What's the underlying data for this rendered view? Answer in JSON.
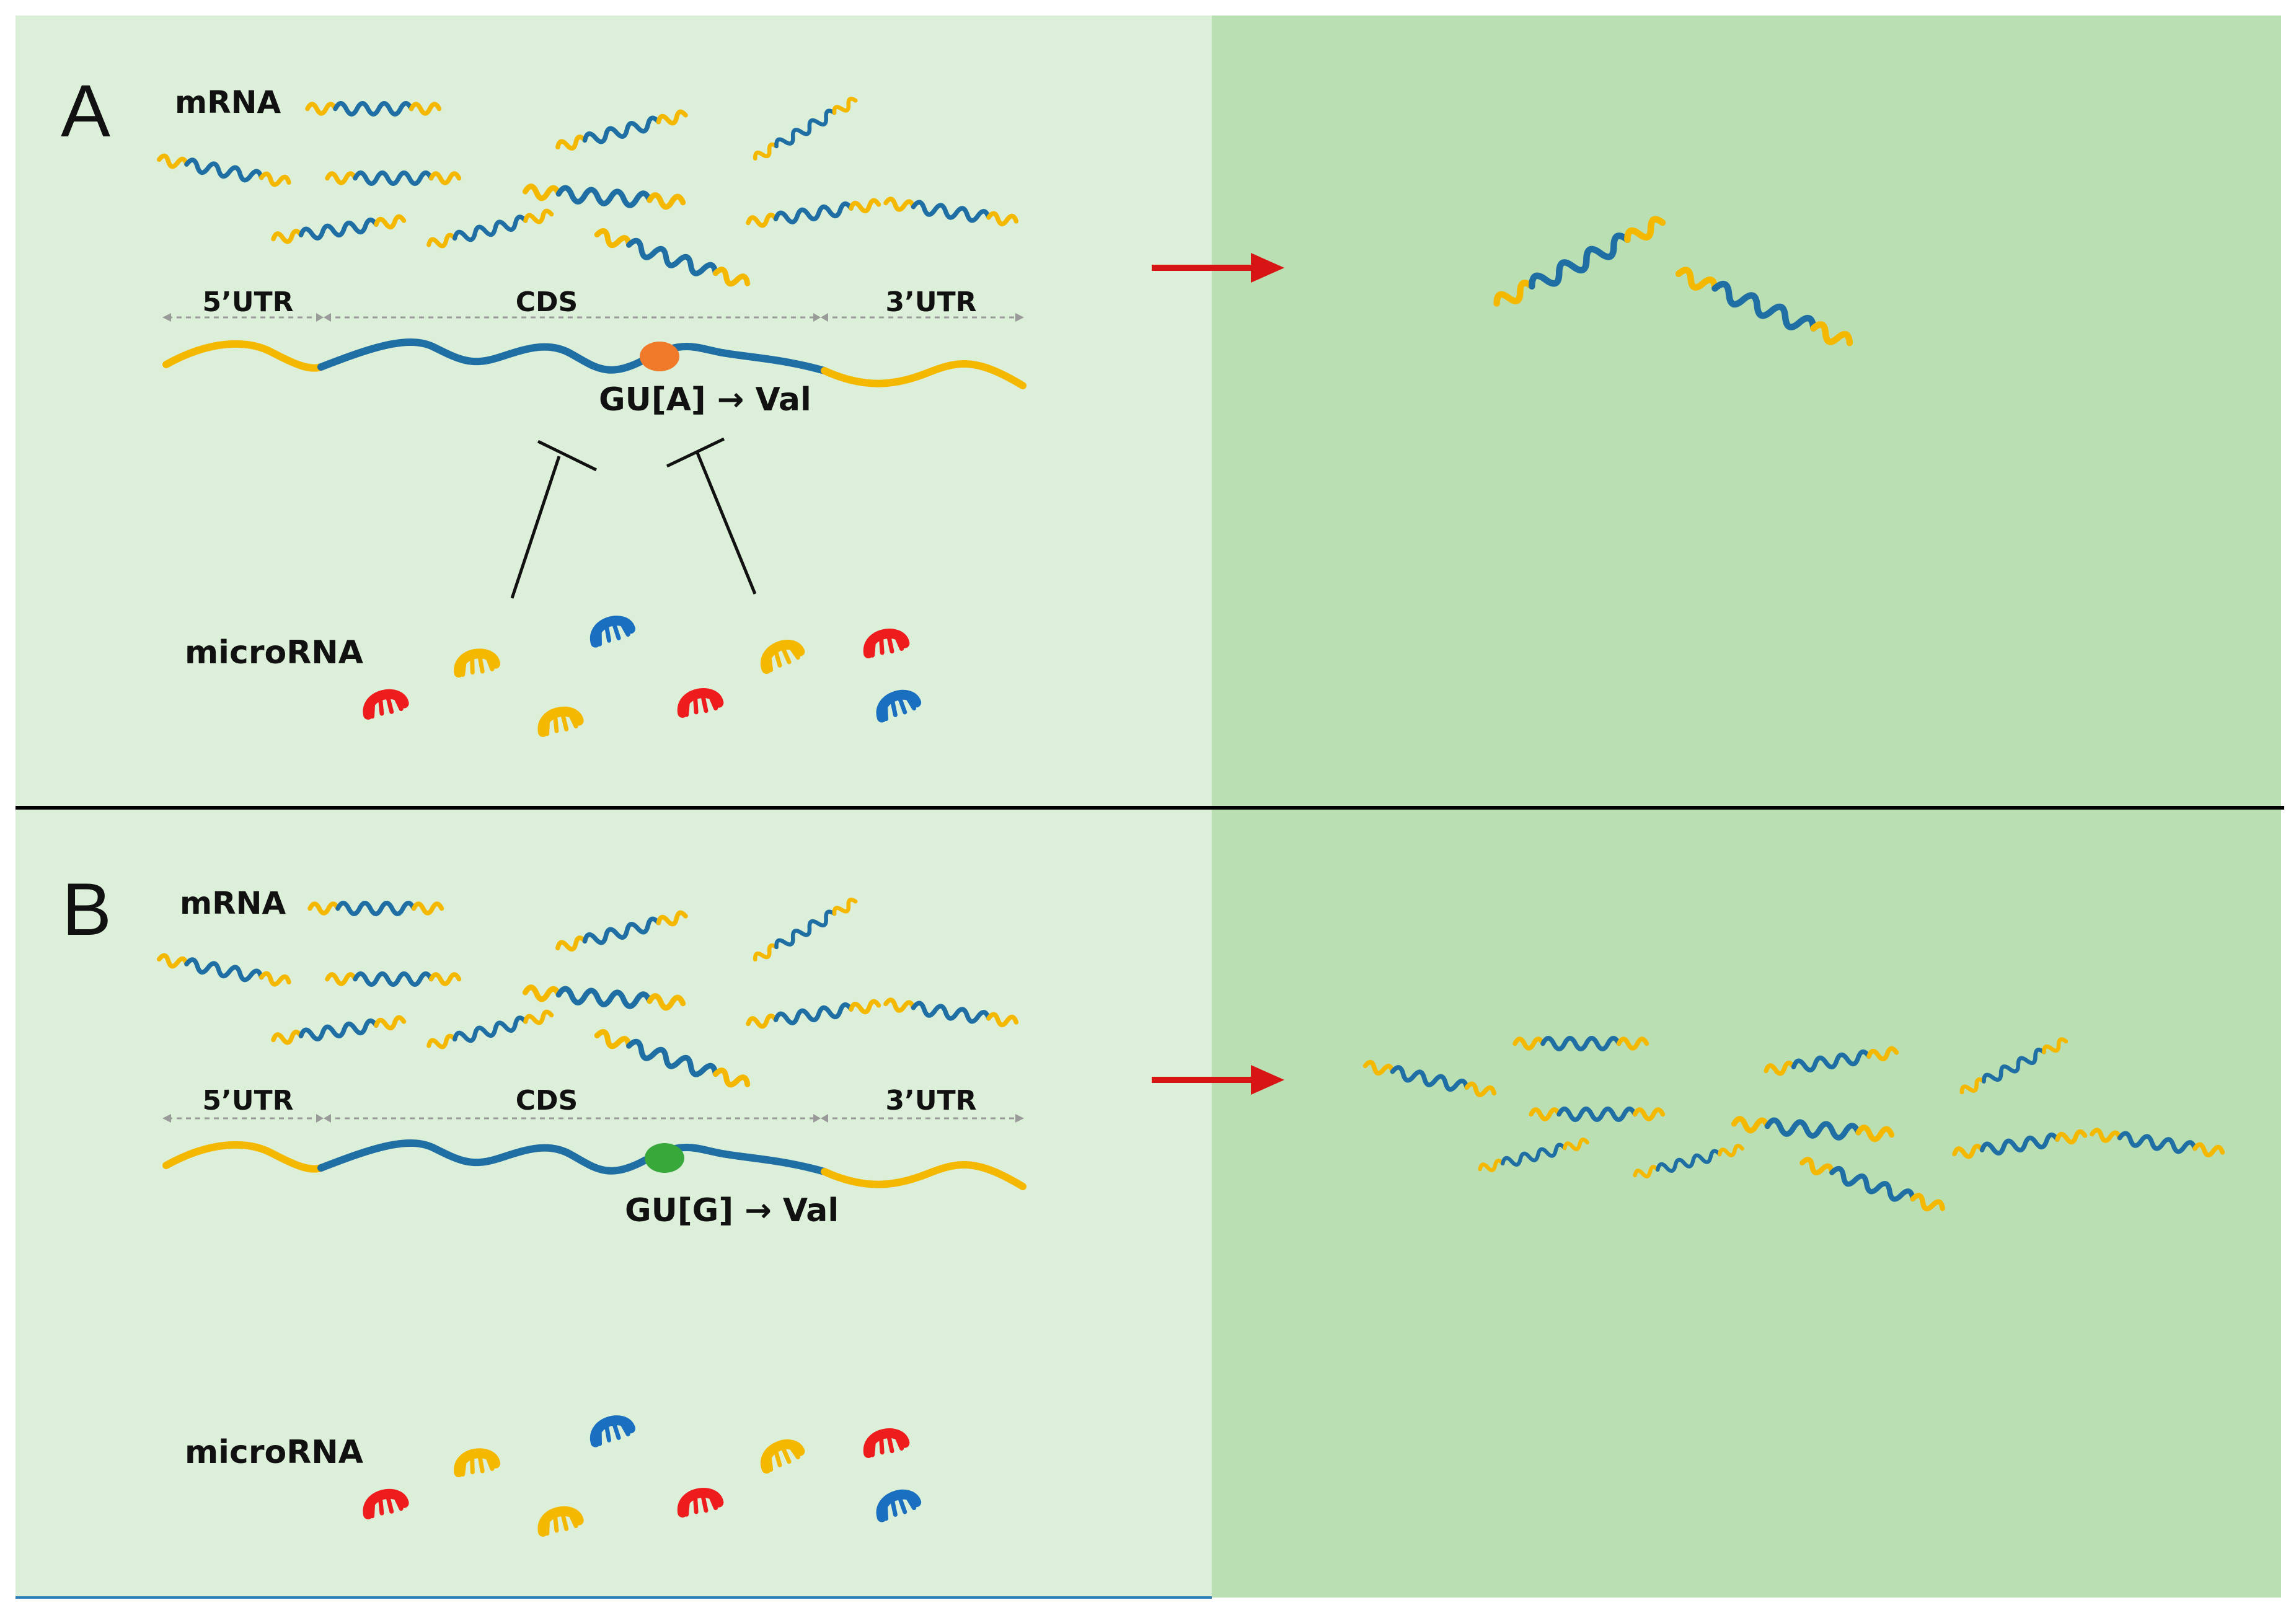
{
  "colors": {
    "panel_left": "#dcefd8",
    "panel_right": "#badfb3",
    "utr": "#f5b800",
    "cds": "#1f6ea4",
    "arrow": "#d81515",
    "divider": "#000000",
    "site_a": "#f07a2a",
    "site_b": "#39a83a",
    "mirna_red": "#ee1c1c",
    "mirna_yellow": "#f5b800",
    "mirna_blue": "#1a6fc0",
    "dim_line": "#9a9a9a"
  },
  "icons": [
    "mrna-squiggle",
    "microrna-icon",
    "red-arrow",
    "inhibition-symbol"
  ],
  "panel_a": {
    "letter": "A",
    "mrna_label": "mRNA",
    "microrna_label": "microRNA",
    "region_5utr": "5’UTR",
    "region_cds": "CDS",
    "region_3utr": "3’UTR",
    "codon_label": "GU[A] → Val"
  },
  "panel_b": {
    "letter": "B",
    "mrna_label": "mRNA",
    "microrna_label": "microRNA",
    "region_5utr": "5’UTR",
    "region_cds": "CDS",
    "region_3utr": "3’UTR",
    "codon_label": "GU[G] → Val"
  }
}
